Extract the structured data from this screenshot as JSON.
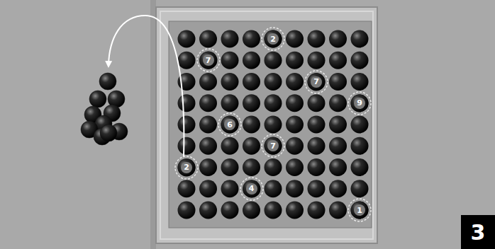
{
  "diagram": {
    "nodes": [
      {
        "text": [
          "2"
        ]
      },
      {
        "text": [
          "7"
        ]
      },
      {
        "text": [
          "7"
        ]
      },
      {
        "text": [
          "9"
        ]
      },
      {
        "text": [
          "6"
        ]
      },
      {
        "text": [
          "7"
        ]
      },
      {
        "text": [
          "2"
        ]
      },
      {
        "text": [
          "4"
        ]
      },
      {
        "text": [
          "1"
        ]
      },
      {
        "text": [
          "3"
        ]
      }
    ]
  }
}
